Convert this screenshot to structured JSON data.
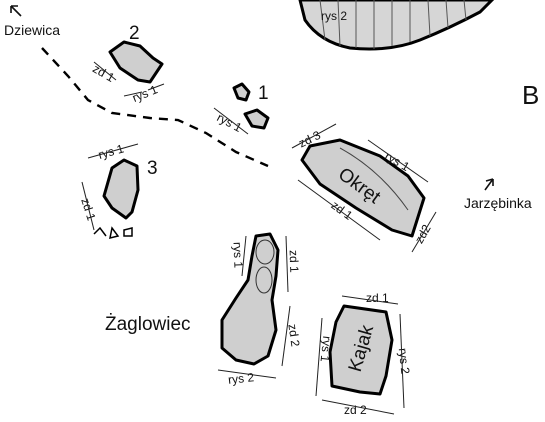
{
  "map": {
    "section_letter": "B",
    "directions": [
      {
        "name": "Dziewica",
        "arrow_icon": "arrow-nw-icon"
      },
      {
        "name": "Jarzębinka",
        "arrow_icon": "arrow-ne-icon"
      }
    ],
    "top_rock_label": "rys 2",
    "boulders": [
      {
        "id": "2",
        "labels": {
          "bottom_left": "zd 1",
          "bottom_right": "rys 1"
        }
      },
      {
        "id": "1",
        "labels": {
          "left": "rys 1"
        }
      },
      {
        "id": "3",
        "labels": {
          "top": "rys 1",
          "left": "zd 1"
        }
      },
      {
        "id": "Okręt",
        "labels": {
          "top_left": "zd 3",
          "top_right": "rys 1",
          "bottom": "zd 1",
          "right": "zd2"
        }
      },
      {
        "id": "Żaglowiec",
        "labels": {
          "top_left": "rys 1",
          "right_upper": "zd 1",
          "right_lower": "zd 2",
          "bottom": "rys 2"
        }
      },
      {
        "id": "Kajak",
        "labels": {
          "top": "zd 1",
          "left": "rys 1",
          "right": "rys 2",
          "bottom": "zd 2"
        }
      }
    ]
  }
}
